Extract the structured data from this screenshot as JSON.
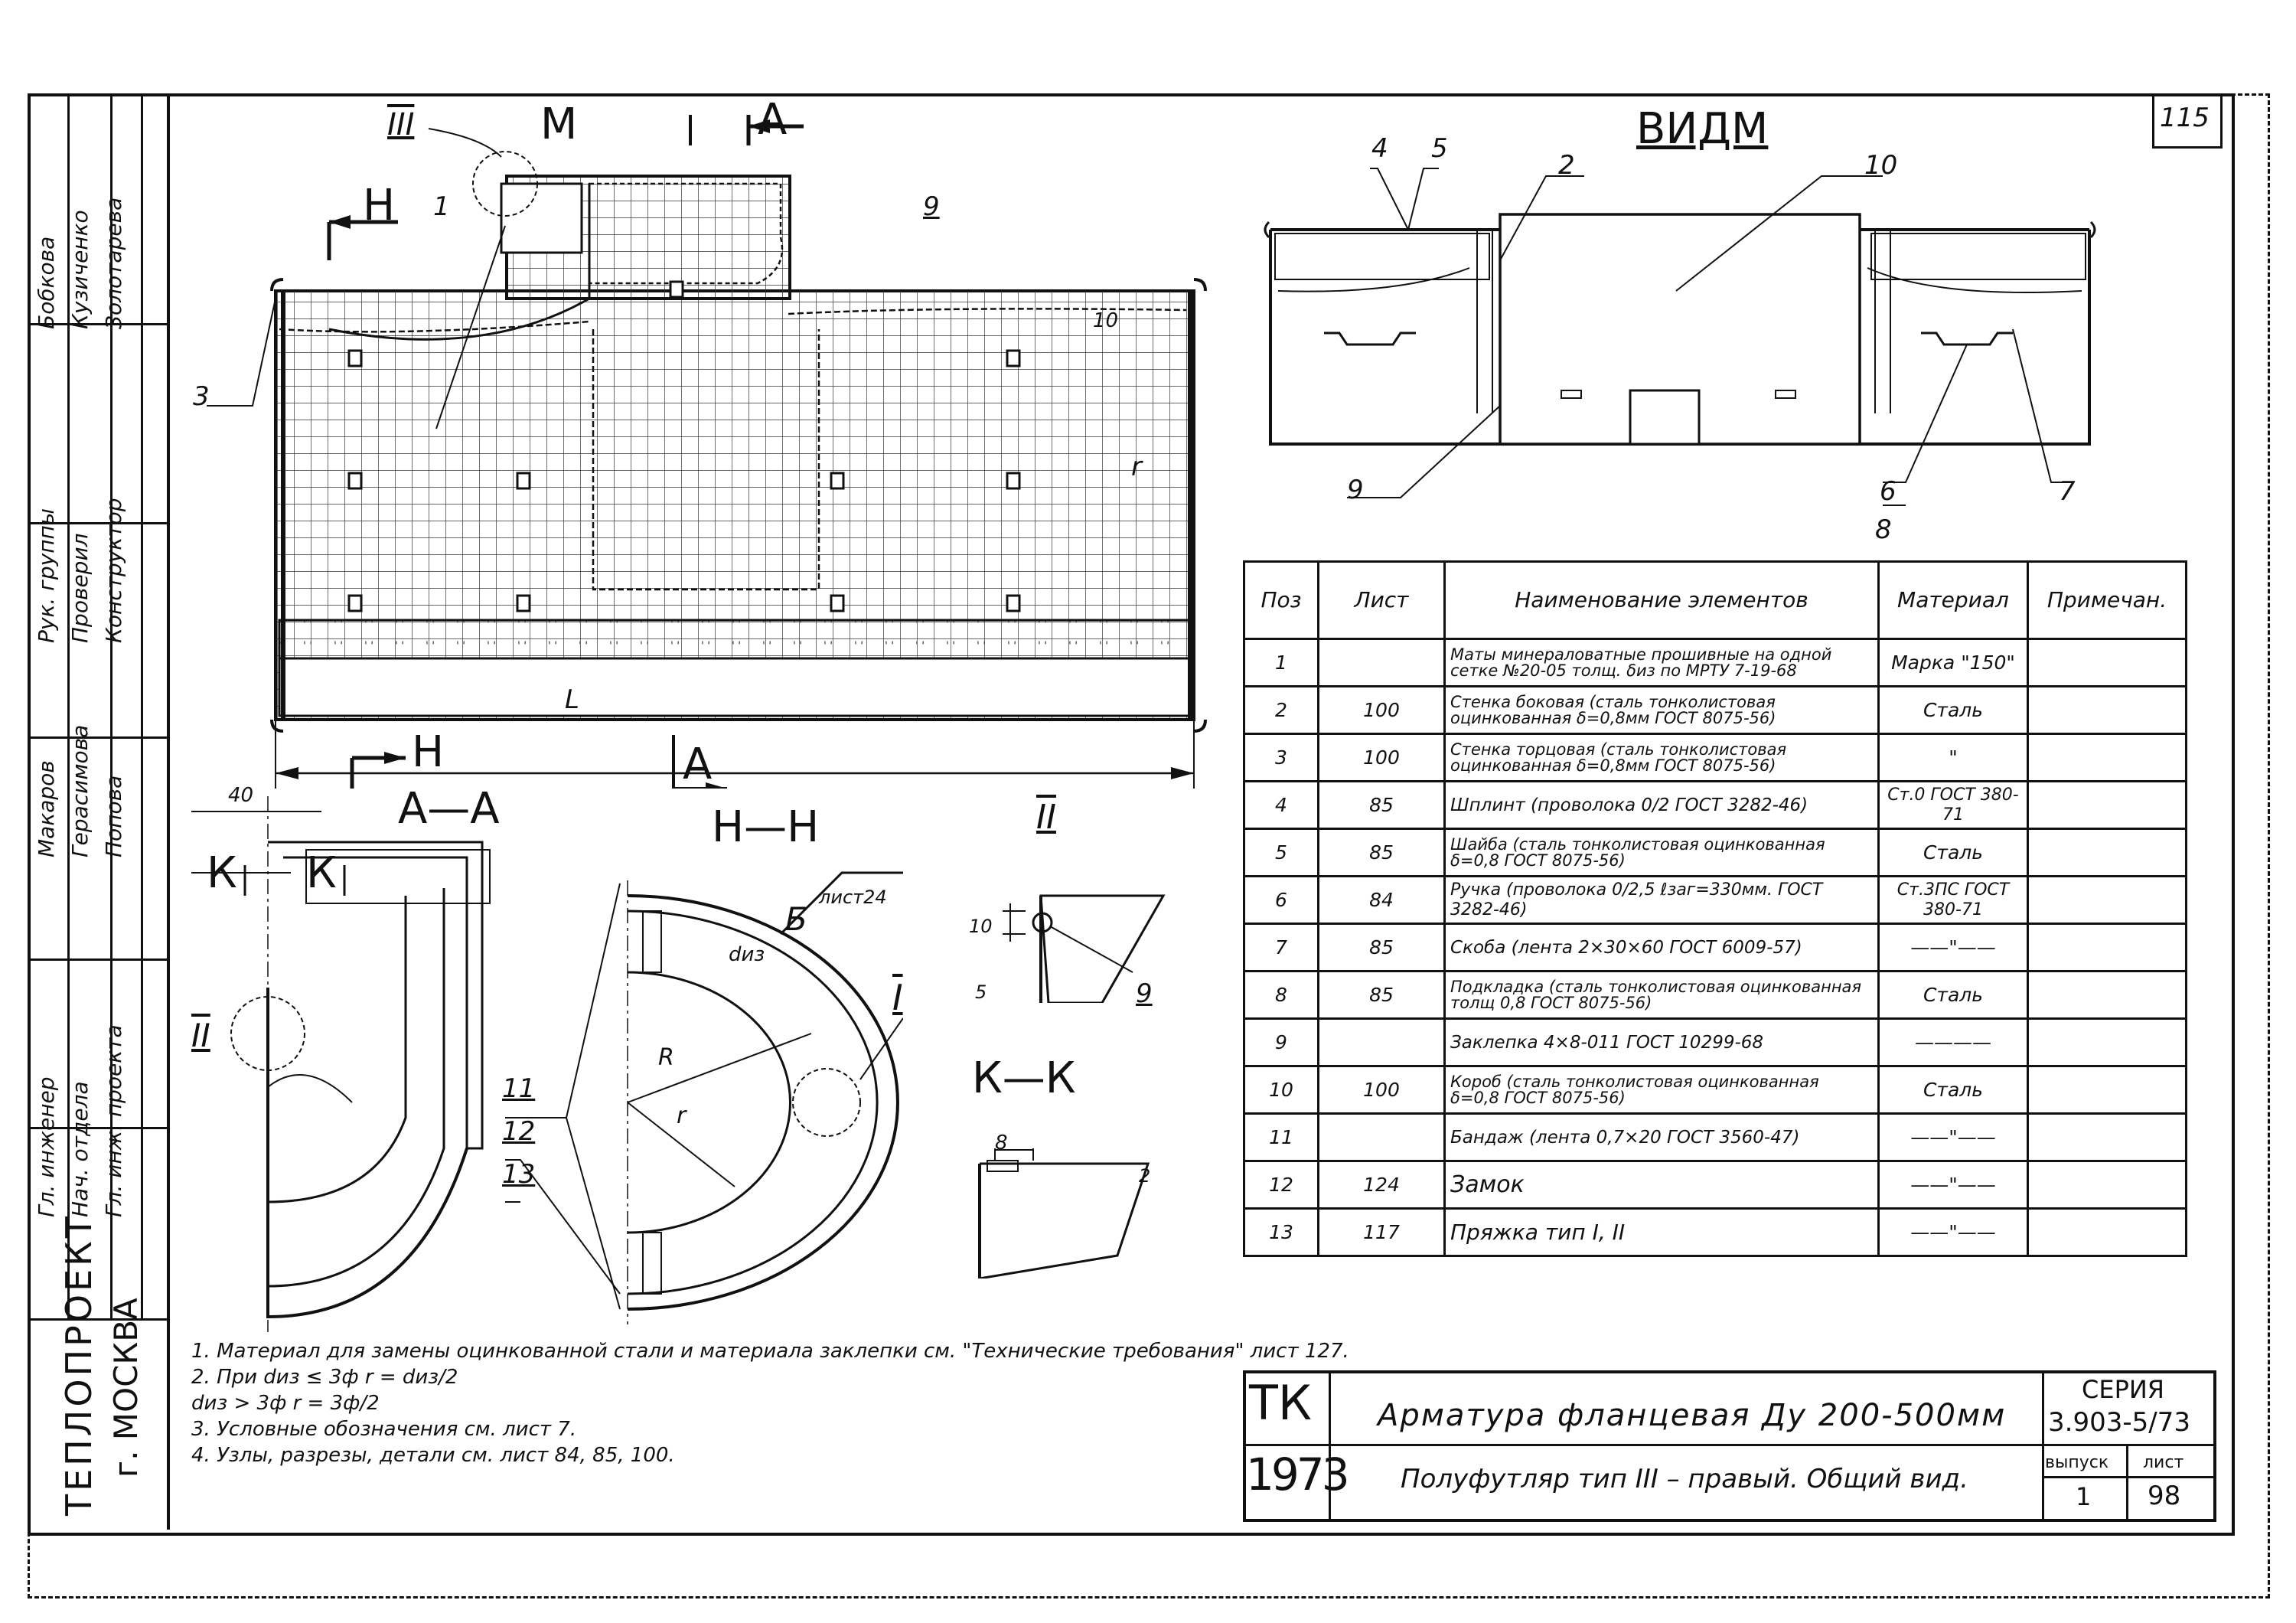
{
  "sheet_number": "115",
  "views": {
    "main_cut_m": "M",
    "main_cut_a": "A",
    "main_cut_h": "H",
    "node_iii": "III",
    "view_m": "ВИДМ",
    "section_aa": "А—А",
    "section_hh": "Н—Н",
    "section_ii": "II",
    "section_kk": "К—К",
    "detail_i": "I",
    "node_ii": "II",
    "ref_b": "Б",
    "ref_b_sheet": "лист24",
    "dim_l": "L",
    "dim_r": "r",
    "dim_R": "R",
    "dim_diz": "dиз",
    "dim_10": "10",
    "dim_40": "40",
    "dim_5": "5",
    "dim_8": "8",
    "dim_2": "2",
    "k_left": "К",
    "k_right": "К"
  },
  "callouts": [
    "1",
    "2",
    "3",
    "4",
    "5",
    "6",
    "7",
    "8",
    "9",
    "10",
    "11",
    "12",
    "13",
    "9",
    "9"
  ],
  "spec_table": {
    "headers": [
      "Поз",
      "Лист",
      "Наименование элементов",
      "Материал",
      "Примечан."
    ],
    "rows": [
      {
        "pos": "1",
        "sheet": "",
        "name": "Маты минераловатные прошивные на одной сетке №20-05 толщ. δиз по МРТУ 7-19-68",
        "material": "Марка \"150\"",
        "note": ""
      },
      {
        "pos": "2",
        "sheet": "100",
        "name": "Стенка боковая (сталь тонколистовая оцинкованная δ=0,8мм ГОСТ 8075-56)",
        "material": "Сталь",
        "note": ""
      },
      {
        "pos": "3",
        "sheet": "100",
        "name": "Стенка торцовая (сталь тонколистовая оцинкованная δ=0,8мм ГОСТ 8075-56)",
        "material": "\"",
        "note": ""
      },
      {
        "pos": "4",
        "sheet": "85",
        "name": "Шплинт (проволока 0∕2 ГОСТ 3282-46)",
        "material": "Ст.0 ГОСТ 380-71",
        "note": ""
      },
      {
        "pos": "5",
        "sheet": "85",
        "name": "Шайба (сталь тонколистовая оцинкованная δ=0,8 ГОСТ 8075-56)",
        "material": "Сталь",
        "note": ""
      },
      {
        "pos": "6",
        "sheet": "84",
        "name": "Ручка (проволока 0∕2,5 ℓзаг=330мм. ГОСТ 3282-46)",
        "material": "Ст.3ПС ГОСТ 380-71",
        "note": ""
      },
      {
        "pos": "7",
        "sheet": "85",
        "name": "Скоба (лента 2×30×60 ГОСТ 6009-57)",
        "material": "——\"——",
        "note": ""
      },
      {
        "pos": "8",
        "sheet": "85",
        "name": "Подкладка (сталь тонколистовая оцинкованная толщ 0,8 ГОСТ 8075-56)",
        "material": "Сталь",
        "note": ""
      },
      {
        "pos": "9",
        "sheet": "",
        "name": "Заклепка 4×8-011 ГОСТ 10299-68",
        "material": "————",
        "note": ""
      },
      {
        "pos": "10",
        "sheet": "100",
        "name": "Короб (сталь тонколистовая оцинкованная δ=0,8 ГОСТ 8075-56)",
        "material": "Сталь",
        "note": ""
      },
      {
        "pos": "11",
        "sheet": "",
        "name": "Бандаж (лента 0,7×20 ГОСТ 3560-47)",
        "material": "——\"——",
        "note": ""
      },
      {
        "pos": "12",
        "sheet": "124",
        "name": "Замок",
        "material": "——\"——",
        "note": ""
      },
      {
        "pos": "13",
        "sheet": "117",
        "name": "Пряжка тип I, II",
        "material": "——\"——",
        "note": ""
      }
    ]
  },
  "notes": [
    "1. Материал для замены оцинкованной стали и материала заклепки см. \"Технические требования\" лист 127.",
    "2. При dиз ≤ 3ф          r = dиз/2",
    "        dиз > 3ф          r = 3ф/2",
    "3. Условные обозначения см. лист 7.",
    "4. Узлы, разрезы, детали см. лист 84, 85, 100."
  ],
  "title_block": {
    "org_code_top": "ТК",
    "org_code_bottom": "1973",
    "title_line1": "Арматура фланцевая Ду 200-500мм",
    "title_line2": "Полуфутляр тип III – правый. Общий вид.",
    "series_label": "СЕРИЯ",
    "series_value": "3.903-5/73",
    "issue_label": "выпуск",
    "issue_value": "1",
    "sheet_label": "лист",
    "sheet_value": "98"
  },
  "side_stamp": {
    "org": "ТЕПЛОПРОЕКТ",
    "city": "г. МОСКВА",
    "roles": [
      "Гл. инженер",
      "Нач. отдела",
      "Гл. инж. проекта",
      "Рук. группы",
      "Проверил",
      "Конструктор"
    ],
    "names": [
      "Макаров",
      "Герасимова",
      "Попова",
      "Бобкова",
      "Кузиченко",
      "Золотарева"
    ]
  }
}
